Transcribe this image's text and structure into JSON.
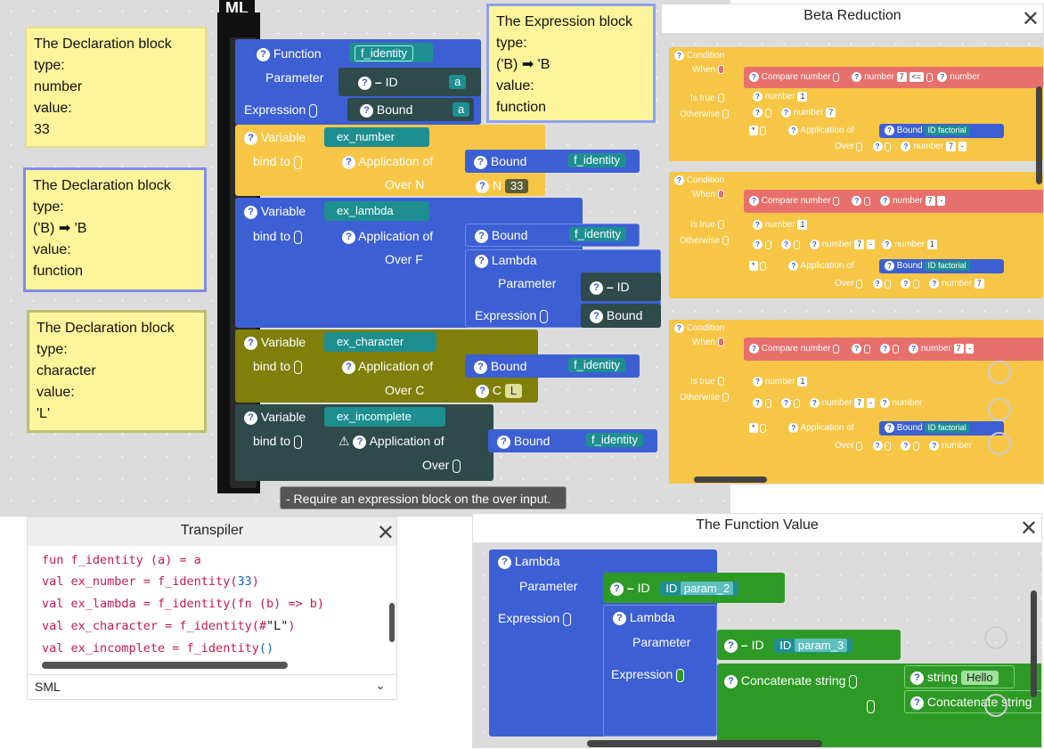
{
  "workspace": {
    "top_label": "ML",
    "function_block": {
      "keyword": "Function",
      "name": "f_identity",
      "parameter_label": "Parameter",
      "id_label": "ID",
      "id_value": "a",
      "expression_label": "Expression",
      "bound_label": "Bound",
      "bound_value": "a"
    },
    "variables": [
      {
        "keyword": "Variable",
        "name": "ex_number",
        "bind_label": "bind to",
        "application_label": "Application of",
        "bound_label": "Bound",
        "bound_value": "f_identity",
        "over_label": "Over N",
        "arg_type": "N",
        "arg_value": "33"
      },
      {
        "keyword": "Variable",
        "name": "ex_lambda",
        "bind_label": "bind to",
        "application_label": "Application of",
        "bound_label": "Bound",
        "bound_value": "f_identity",
        "over_label": "Over F",
        "lambda_label": "Lambda",
        "parameter_label": "Parameter",
        "id_label": "ID",
        "expression_label": "Expression",
        "inner_bound": "Bound"
      },
      {
        "keyword": "Variable",
        "name": "ex_character",
        "bind_label": "bind to",
        "application_label": "Application of",
        "bound_label": "Bound",
        "bound_value": "f_identity",
        "over_label": "Over C",
        "arg_type": "C",
        "arg_value": "L"
      },
      {
        "keyword": "Variable",
        "name": "ex_incomplete",
        "bind_label": "bind to",
        "application_label": "Application of",
        "bound_label": "Bound",
        "bound_value": "f_identity",
        "over_label": "Over"
      }
    ],
    "warning": "- Require an expression block on the over input.",
    "notes": [
      {
        "text": "The Declaration block\ntype:\nnumber\nvalue:\n33"
      },
      {
        "text": "The Declaration block\ntype:\n('B) ➡ 'B\nvalue:\nfunction"
      },
      {
        "text": "The Declaration block\ntype:\ncharacter\nvalue:\n'L'"
      },
      {
        "text": "The Expression block\ntype:\n('B) ➡ 'B\nvalue:\nfunction"
      }
    ]
  },
  "beta": {
    "title": "Beta Reduction",
    "condition": "Condition",
    "when": "When",
    "is_true": "Is true",
    "otherwise": "Otherwise",
    "over": "Over",
    "compare": "Compare number",
    "number": "number",
    "n7": "7",
    "n1": "1",
    "le": "<=",
    "minus": "-",
    "times": "*",
    "application": "Application of",
    "bound": "Bound",
    "id": "ID",
    "factorial": "factorial"
  },
  "transpiler": {
    "title": "Transpiler",
    "lines": [
      [
        "fun f_identity (a) = a"
      ],
      [
        "val ex_number = f_identity(",
        "33",
        ")"
      ],
      [
        "val ex_lambda = f_identity(fn (b) => b)"
      ],
      [
        "val ex_character = f_identity(#",
        "\"L\"",
        ")"
      ],
      [
        "val ex_incomplete = f_identity",
        "()"
      ]
    ],
    "language": "SML"
  },
  "function_value": {
    "title": "The Function Value",
    "lambda": "Lambda",
    "parameter": "Parameter",
    "expression": "Expression",
    "id": "ID",
    "param_2": "param_2",
    "param_3": "param_3",
    "concat": "Concatenate string",
    "string_label": "string",
    "hello": "Hello"
  },
  "colors": {
    "blue": "#3d5fd4",
    "teal": "#1e8f90",
    "yellow": "#f7c646",
    "olive": "#7f7f0a",
    "dark": "#2f4a4a",
    "red": "#e7706c",
    "green": "#2e9a26"
  }
}
